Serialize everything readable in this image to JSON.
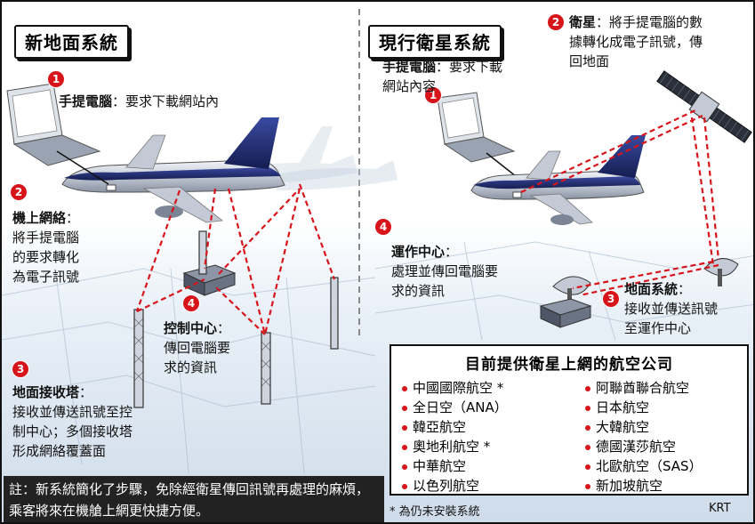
{
  "left_title": "新地面系統",
  "right_title": "現行衛星系統",
  "left_steps": {
    "s1": {
      "num": "1",
      "head": "手提電腦",
      "text": "：要求下載網站內"
    },
    "s2": {
      "num": "2",
      "head": "機上網絡",
      "text": "：\n將手提電腦\n的要求轉化\n為電子訊號"
    },
    "s3": {
      "num": "3",
      "head": "地面接收塔",
      "text": "：\n接收並傳送訊號至控\n制中心；多個接收塔\n形成網絡覆蓋面"
    },
    "s4": {
      "num": "4",
      "head": "控制中心",
      "text": "：\n傳回電腦要\n求的資訊"
    }
  },
  "right_steps": {
    "s1": {
      "num": "1",
      "head": "手提電腦",
      "text": "：要求下載\n網站內容"
    },
    "s2": {
      "num": "2",
      "head": "衛星",
      "text": "：將手提電腦的數\n據轉化成電子訊號，傳\n回地面"
    },
    "s3": {
      "num": "3",
      "head": "地面系統",
      "text": "：\n接收並傳送訊號\n至運作中心"
    },
    "s4": {
      "num": "4",
      "head": "運作中心",
      "text": "：\n處理並傳回電腦要\n求的資訊"
    }
  },
  "airlines": {
    "title": "目前提供衛星上網的航空公司",
    "left": [
      "中國國際航空 *",
      "全日空（ANA）",
      "韓亞航空",
      "奧地利航空 *",
      "中華航空",
      "以色列航空"
    ],
    "right": [
      "阿聯酋聯合航空",
      "日本航空",
      "大韓航空",
      "德國漢莎航空",
      "北歐航空（SAS）",
      "新加坡航空"
    ]
  },
  "note": "註：新系統簡化了步驟，免除經衛星傳回訊號再處理的麻煩，乘客將來在機艙上網更快捷方便。",
  "footnote": "* 為仍未安裝系統",
  "credit": "KRT",
  "colors": {
    "accent": "#d8141b",
    "plane_tail": "#1f2a6b",
    "ground": "#dfe8f2"
  }
}
